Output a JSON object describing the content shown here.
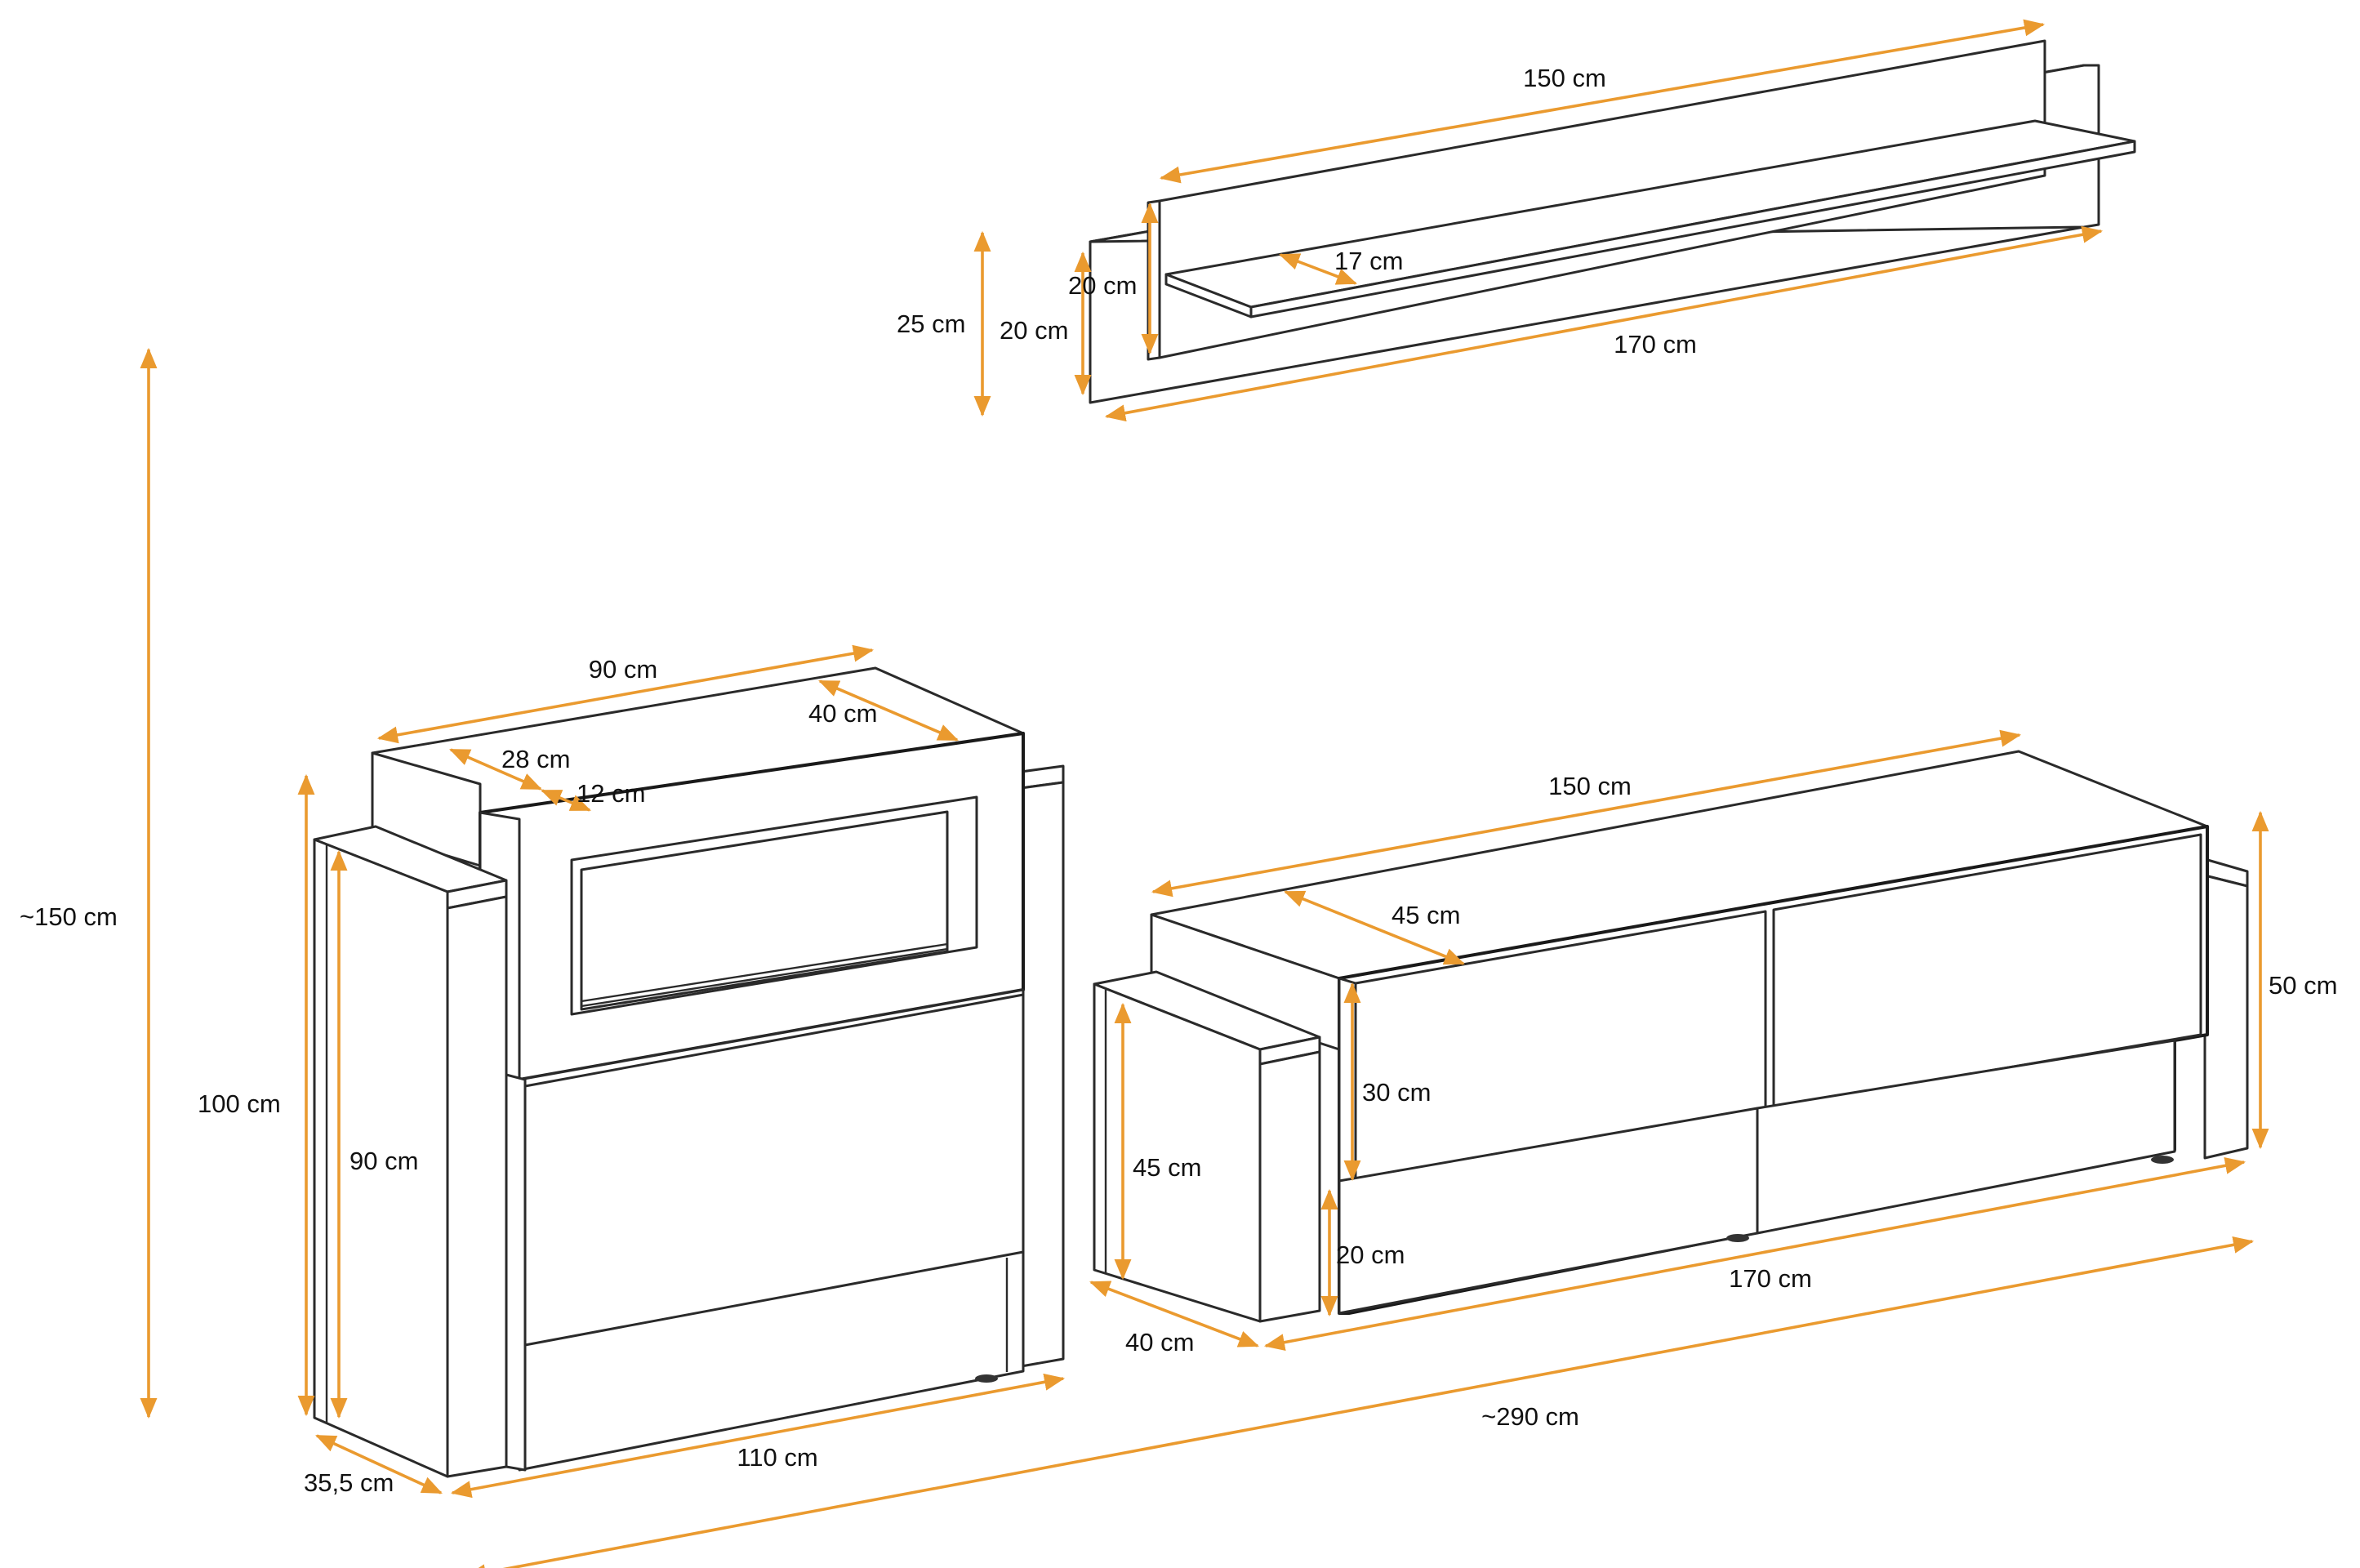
{
  "wall_shelf": {
    "dim_shelf_width": "150 cm",
    "dim_shelf_depth": "17 cm",
    "dim_front_panel_height": "20 cm",
    "dim_back_panel_height": "20 cm",
    "dim_total_height": "25 cm",
    "dim_back_panel_width": "170 cm"
  },
  "fireplace_cabinet": {
    "dim_top_width": "90 cm",
    "dim_top_depth": "40 cm",
    "dim_insert_depth": "28 cm",
    "dim_frame_depth": "12 cm",
    "dim_side_height": "100 cm",
    "dim_inner_height": "90 cm",
    "dim_base_depth": "35,5 cm",
    "dim_base_width": "110 cm"
  },
  "tv_lowboard": {
    "dim_top_width": "150 cm",
    "dim_top_depth": "45 cm",
    "dim_total_height": "50 cm",
    "dim_drawer_height": "30 cm",
    "dim_plinth_height": "20 cm",
    "dim_side_height": "45 cm",
    "dim_base_depth": "40 cm",
    "dim_base_width": "170 cm"
  },
  "overall": {
    "dim_total_height": "~150 cm",
    "dim_total_width": "~290 cm"
  },
  "colors": {
    "dimension_line": "#ea9a2f",
    "outline": "#2a2a2a",
    "background": "#ffffff"
  }
}
